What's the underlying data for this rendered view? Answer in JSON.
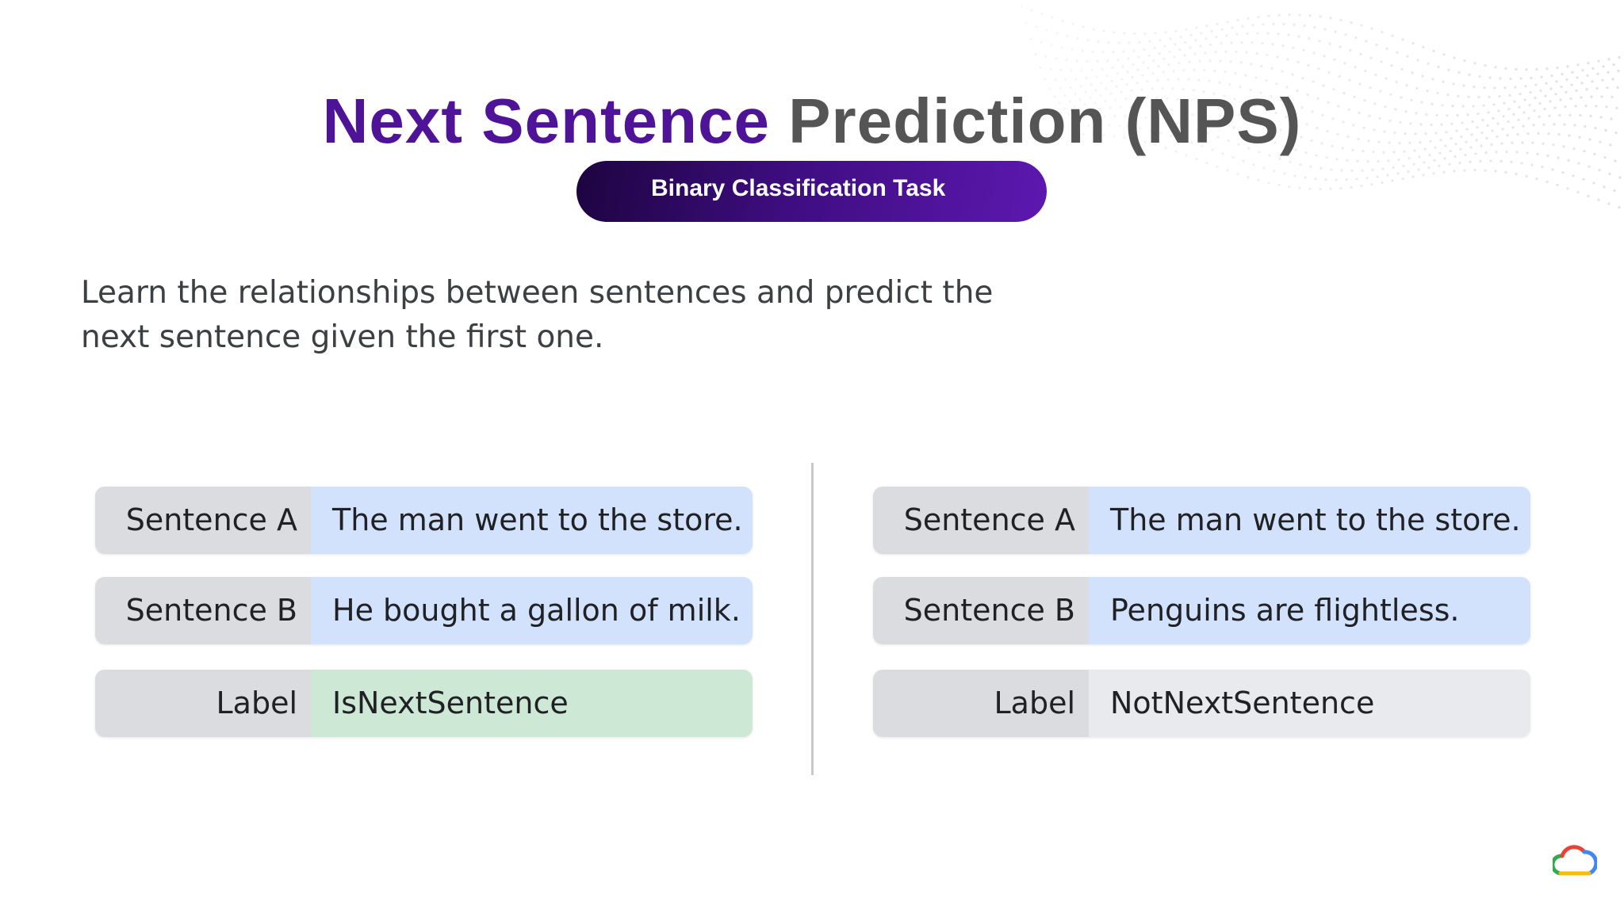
{
  "title": {
    "part1": "Next Sentence",
    "part2": " Prediction (NPS)"
  },
  "subtitle_badge": "Binary Classification Task",
  "description": {
    "line1": "Learn the relationships between sentences and predict the",
    "line2": "next sentence given the first one."
  },
  "examples": [
    {
      "rows": [
        {
          "key": "Sentence A",
          "value": "The man went to the store."
        },
        {
          "key": "Sentence B",
          "value": "He bought a gallon of milk."
        },
        {
          "key": "Label",
          "value": "IsNextSentence"
        }
      ]
    },
    {
      "rows": [
        {
          "key": "Sentence A",
          "value": "The man went to the store."
        },
        {
          "key": "Sentence B",
          "value": "Penguins are flightless."
        },
        {
          "key": "Label",
          "value": "NotNextSentence"
        }
      ]
    }
  ],
  "colors": {
    "title_accent": "#4e1396",
    "title_gray": "#555555",
    "sentence_value_bg": "#d2e2fc",
    "label_positive_bg": "#cde8d5",
    "label_negative_bg": "#e8eaed",
    "key_bg": "#dadce0"
  },
  "icons": {
    "corner_logo": "cloud-logo-icon"
  }
}
